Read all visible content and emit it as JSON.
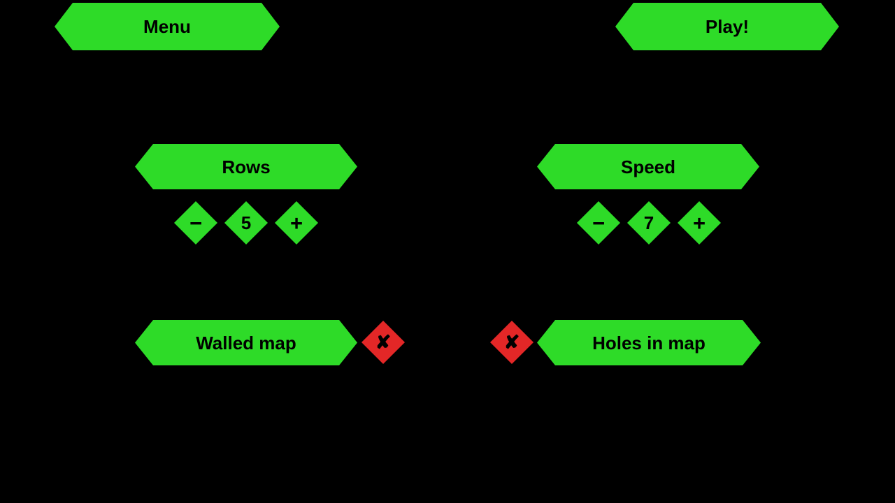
{
  "theme": {
    "background": "#000000",
    "accent_green": "#2edb28",
    "accent_red": "#e32727",
    "text": "#000000"
  },
  "topbar": {
    "menu_label": "Menu",
    "play_label": "Play!"
  },
  "settings": {
    "rows": {
      "label": "Rows",
      "value": "5",
      "decrement_label": "−",
      "increment_label": "+"
    },
    "speed": {
      "label": "Speed",
      "value": "7",
      "decrement_label": "−",
      "increment_label": "+"
    },
    "walled_map": {
      "label": "Walled map",
      "toggle_label": "✘",
      "toggle_state": "off",
      "toggle_color": "#e32727"
    },
    "holes_in_map": {
      "label": "Holes in map",
      "toggle_label": "✘",
      "toggle_state": "off",
      "toggle_color": "#e32727"
    }
  }
}
